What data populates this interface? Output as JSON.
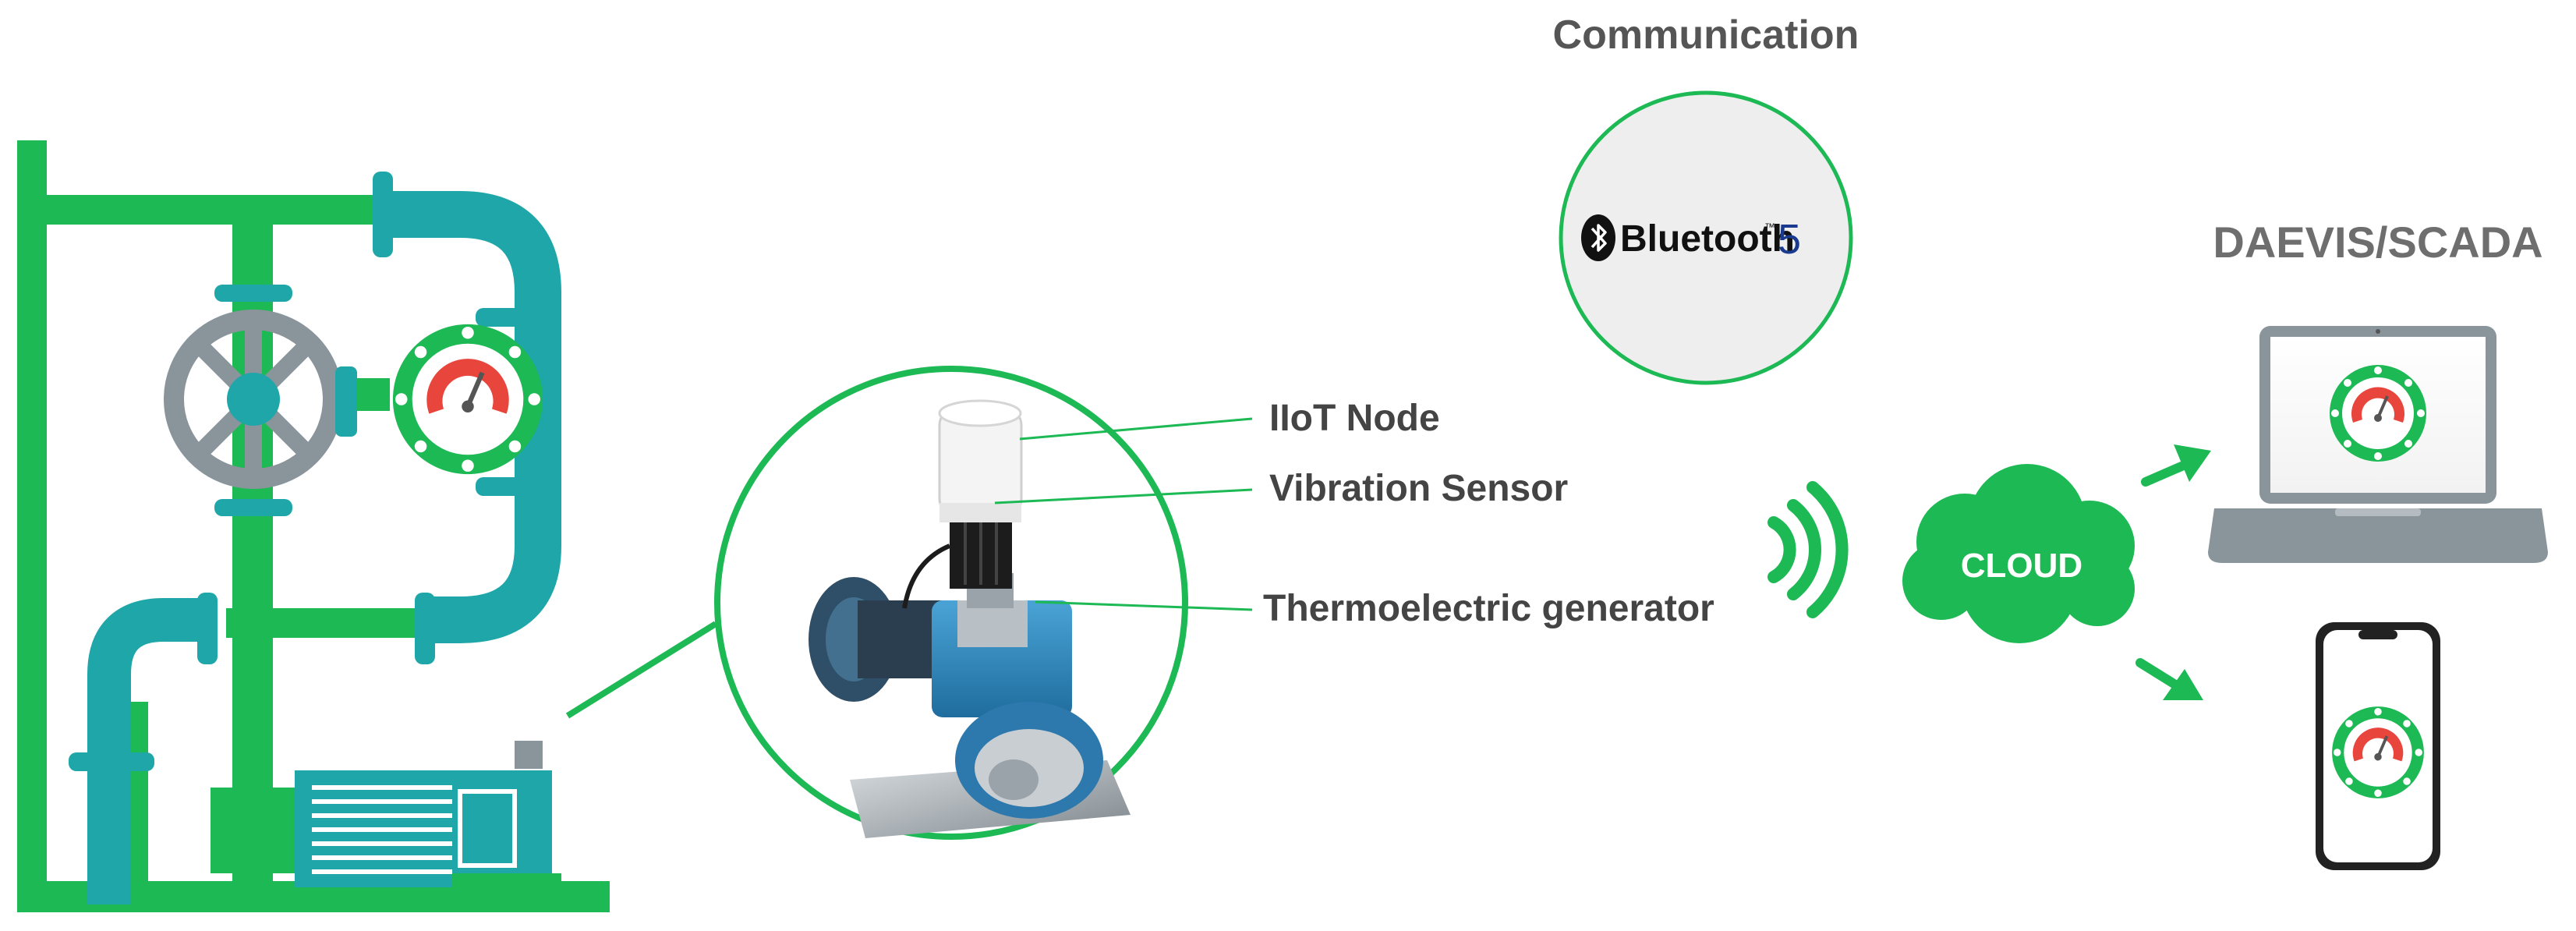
{
  "communication": {
    "heading": "Communication",
    "protocol_name": "Bluetooth",
    "protocol_tm": "™",
    "protocol_version": "5",
    "icon": "bluetooth-icon"
  },
  "sensor_labels": {
    "node": "IIoT Node",
    "vibration": "Vibration Sensor",
    "generator": "Thermoelectric generator"
  },
  "cloud": {
    "label": "CLOUD",
    "icon": "cloud-icon"
  },
  "platform": {
    "heading": "DAEVIS/SCADA"
  },
  "icons": {
    "pipeline": "pipeline-system-icon",
    "wireless": "wireless-signal-icon",
    "laptop": "laptop-icon",
    "phone": "smartphone-icon",
    "gauge": "pressure-gauge-icon"
  },
  "colors": {
    "green": "#1DB954",
    "teal": "#1FA6A8",
    "gray": "#8A949B",
    "dark_text": "#444444",
    "heading_gray": "#6E6E6E",
    "gauge_red": "#E8453C",
    "bluetooth_blue": "#1A3A8F"
  }
}
